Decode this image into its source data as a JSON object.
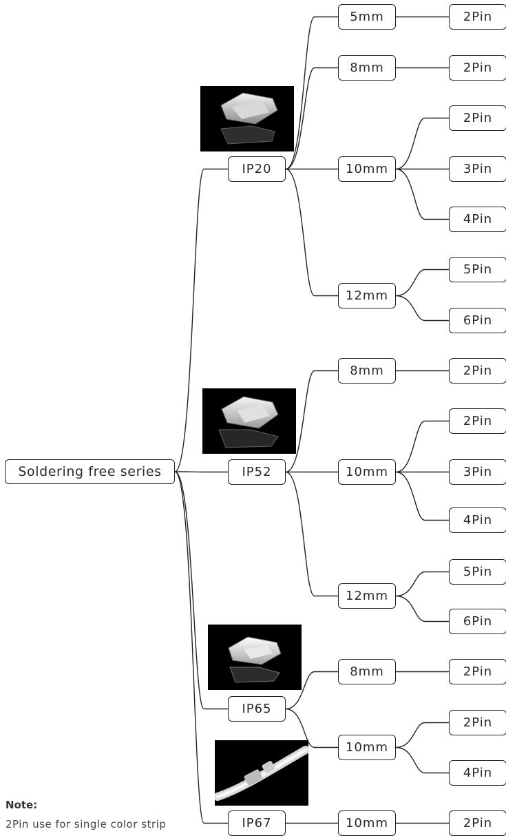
{
  "root": {
    "label": "Soldering free series"
  },
  "groups": [
    {
      "label": "IP20",
      "photo": "strip-connector-clip-photo-ip20",
      "sizes": [
        {
          "label": "5mm",
          "pins": [
            "2Pin"
          ]
        },
        {
          "label": "8mm",
          "pins": [
            "2Pin"
          ]
        },
        {
          "label": "10mm",
          "pins": [
            "2Pin",
            "3Pin",
            "4Pin"
          ]
        },
        {
          "label": "12mm",
          "pins": [
            "5Pin",
            "6Pin"
          ]
        }
      ]
    },
    {
      "label": "IP52",
      "photo": "strip-connector-clip-photo-ip52",
      "sizes": [
        {
          "label": "8mm",
          "pins": [
            "2Pin"
          ]
        },
        {
          "label": "10mm",
          "pins": [
            "2Pin",
            "3Pin",
            "4Pin"
          ]
        },
        {
          "label": "12mm",
          "pins": [
            "5Pin",
            "6Pin"
          ]
        }
      ]
    },
    {
      "label": "IP65",
      "photo": "strip-connector-clip-photo-ip65",
      "sizes": [
        {
          "label": "8mm",
          "pins": [
            "2Pin"
          ]
        },
        {
          "label": "10mm",
          "pins": [
            "2Pin",
            "4Pin"
          ]
        }
      ]
    },
    {
      "label": "IP67",
      "photo": "waterproof-strip-connector-photo-ip67",
      "sizes": [
        {
          "label": "10mm",
          "pins": [
            "2Pin"
          ]
        }
      ]
    }
  ],
  "note": {
    "title": "Note:",
    "text": "2Pin use for single color strip"
  },
  "colors": {
    "line": "#222222",
    "photo_bg": "#000000"
  }
}
